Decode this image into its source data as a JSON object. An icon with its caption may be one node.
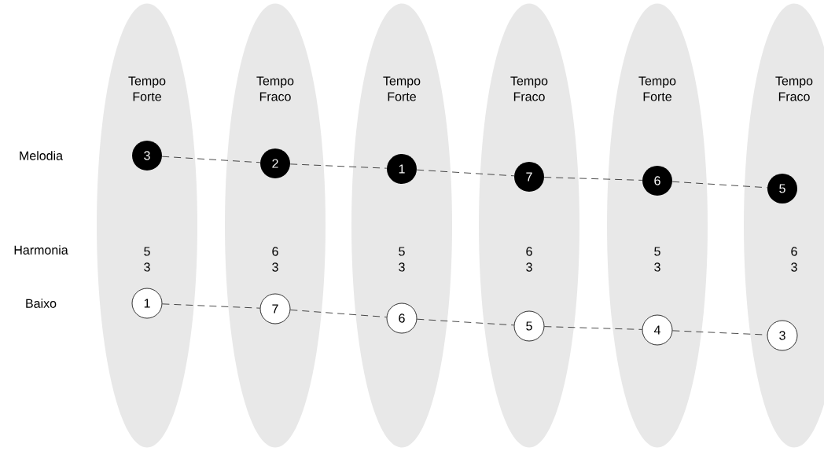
{
  "diagram": {
    "nodes": [
      {
        "text": [
          "Tempo Forte",
          "5 3"
        ]
      },
      {
        "text": [
          "3"
        ],
        "in": 0
      },
      {
        "text": [
          "1"
        ],
        "in": 0
      },
      {
        "text": [
          "Tempo Fraco",
          "6 3"
        ]
      },
      {
        "text": [
          "2"
        ],
        "in": 3
      },
      {
        "text": [
          "7"
        ],
        "in": 3
      },
      {
        "text": [
          "Tempo Forte",
          "5 3"
        ]
      },
      {
        "text": [
          "1"
        ],
        "in": 6
      },
      {
        "text": [
          "6"
        ],
        "in": 6
      },
      {
        "text": [
          "Tempo Fraco",
          "6 3"
        ]
      },
      {
        "text": [
          "7"
        ],
        "in": 9
      },
      {
        "text": [
          "5"
        ],
        "in": 9
      },
      {
        "text": [
          "Tempo Forte",
          "5 3"
        ]
      },
      {
        "text": [
          "6"
        ],
        "in": 12
      },
      {
        "text": [
          "4"
        ],
        "in": 12
      },
      {
        "text": [
          "Tempo Fraco",
          "6 3"
        ]
      },
      {
        "text": [
          "5"
        ],
        "in": 15
      },
      {
        "text": [
          "3"
        ],
        "in": 15
      }
    ],
    "edges": [
      {
        "from": 1,
        "to": 4,
        "arrow": "none",
        "style": "dashed"
      },
      {
        "from": 4,
        "to": 7,
        "arrow": "none",
        "style": "dashed"
      },
      {
        "from": 7,
        "to": 10,
        "arrow": "none",
        "style": "dashed"
      },
      {
        "from": 10,
        "to": 13,
        "arrow": "none",
        "style": "dashed"
      },
      {
        "from": 13,
        "to": 16,
        "arrow": "none",
        "style": "dashed"
      },
      {
        "from": 2,
        "to": 5,
        "arrow": "none",
        "style": "dashed"
      },
      {
        "from": 5,
        "to": 8,
        "arrow": "none",
        "style": "dashed"
      },
      {
        "from": 8,
        "to": 11,
        "arrow": "none",
        "style": "dashed"
      },
      {
        "from": 11,
        "to": 14,
        "arrow": "none",
        "style": "dashed"
      },
      {
        "from": 14,
        "to": 17,
        "arrow": "none",
        "style": "dashed"
      }
    ],
    "labels": [
      "Melodia",
      "Harmonia",
      "Baixo"
    ]
  }
}
